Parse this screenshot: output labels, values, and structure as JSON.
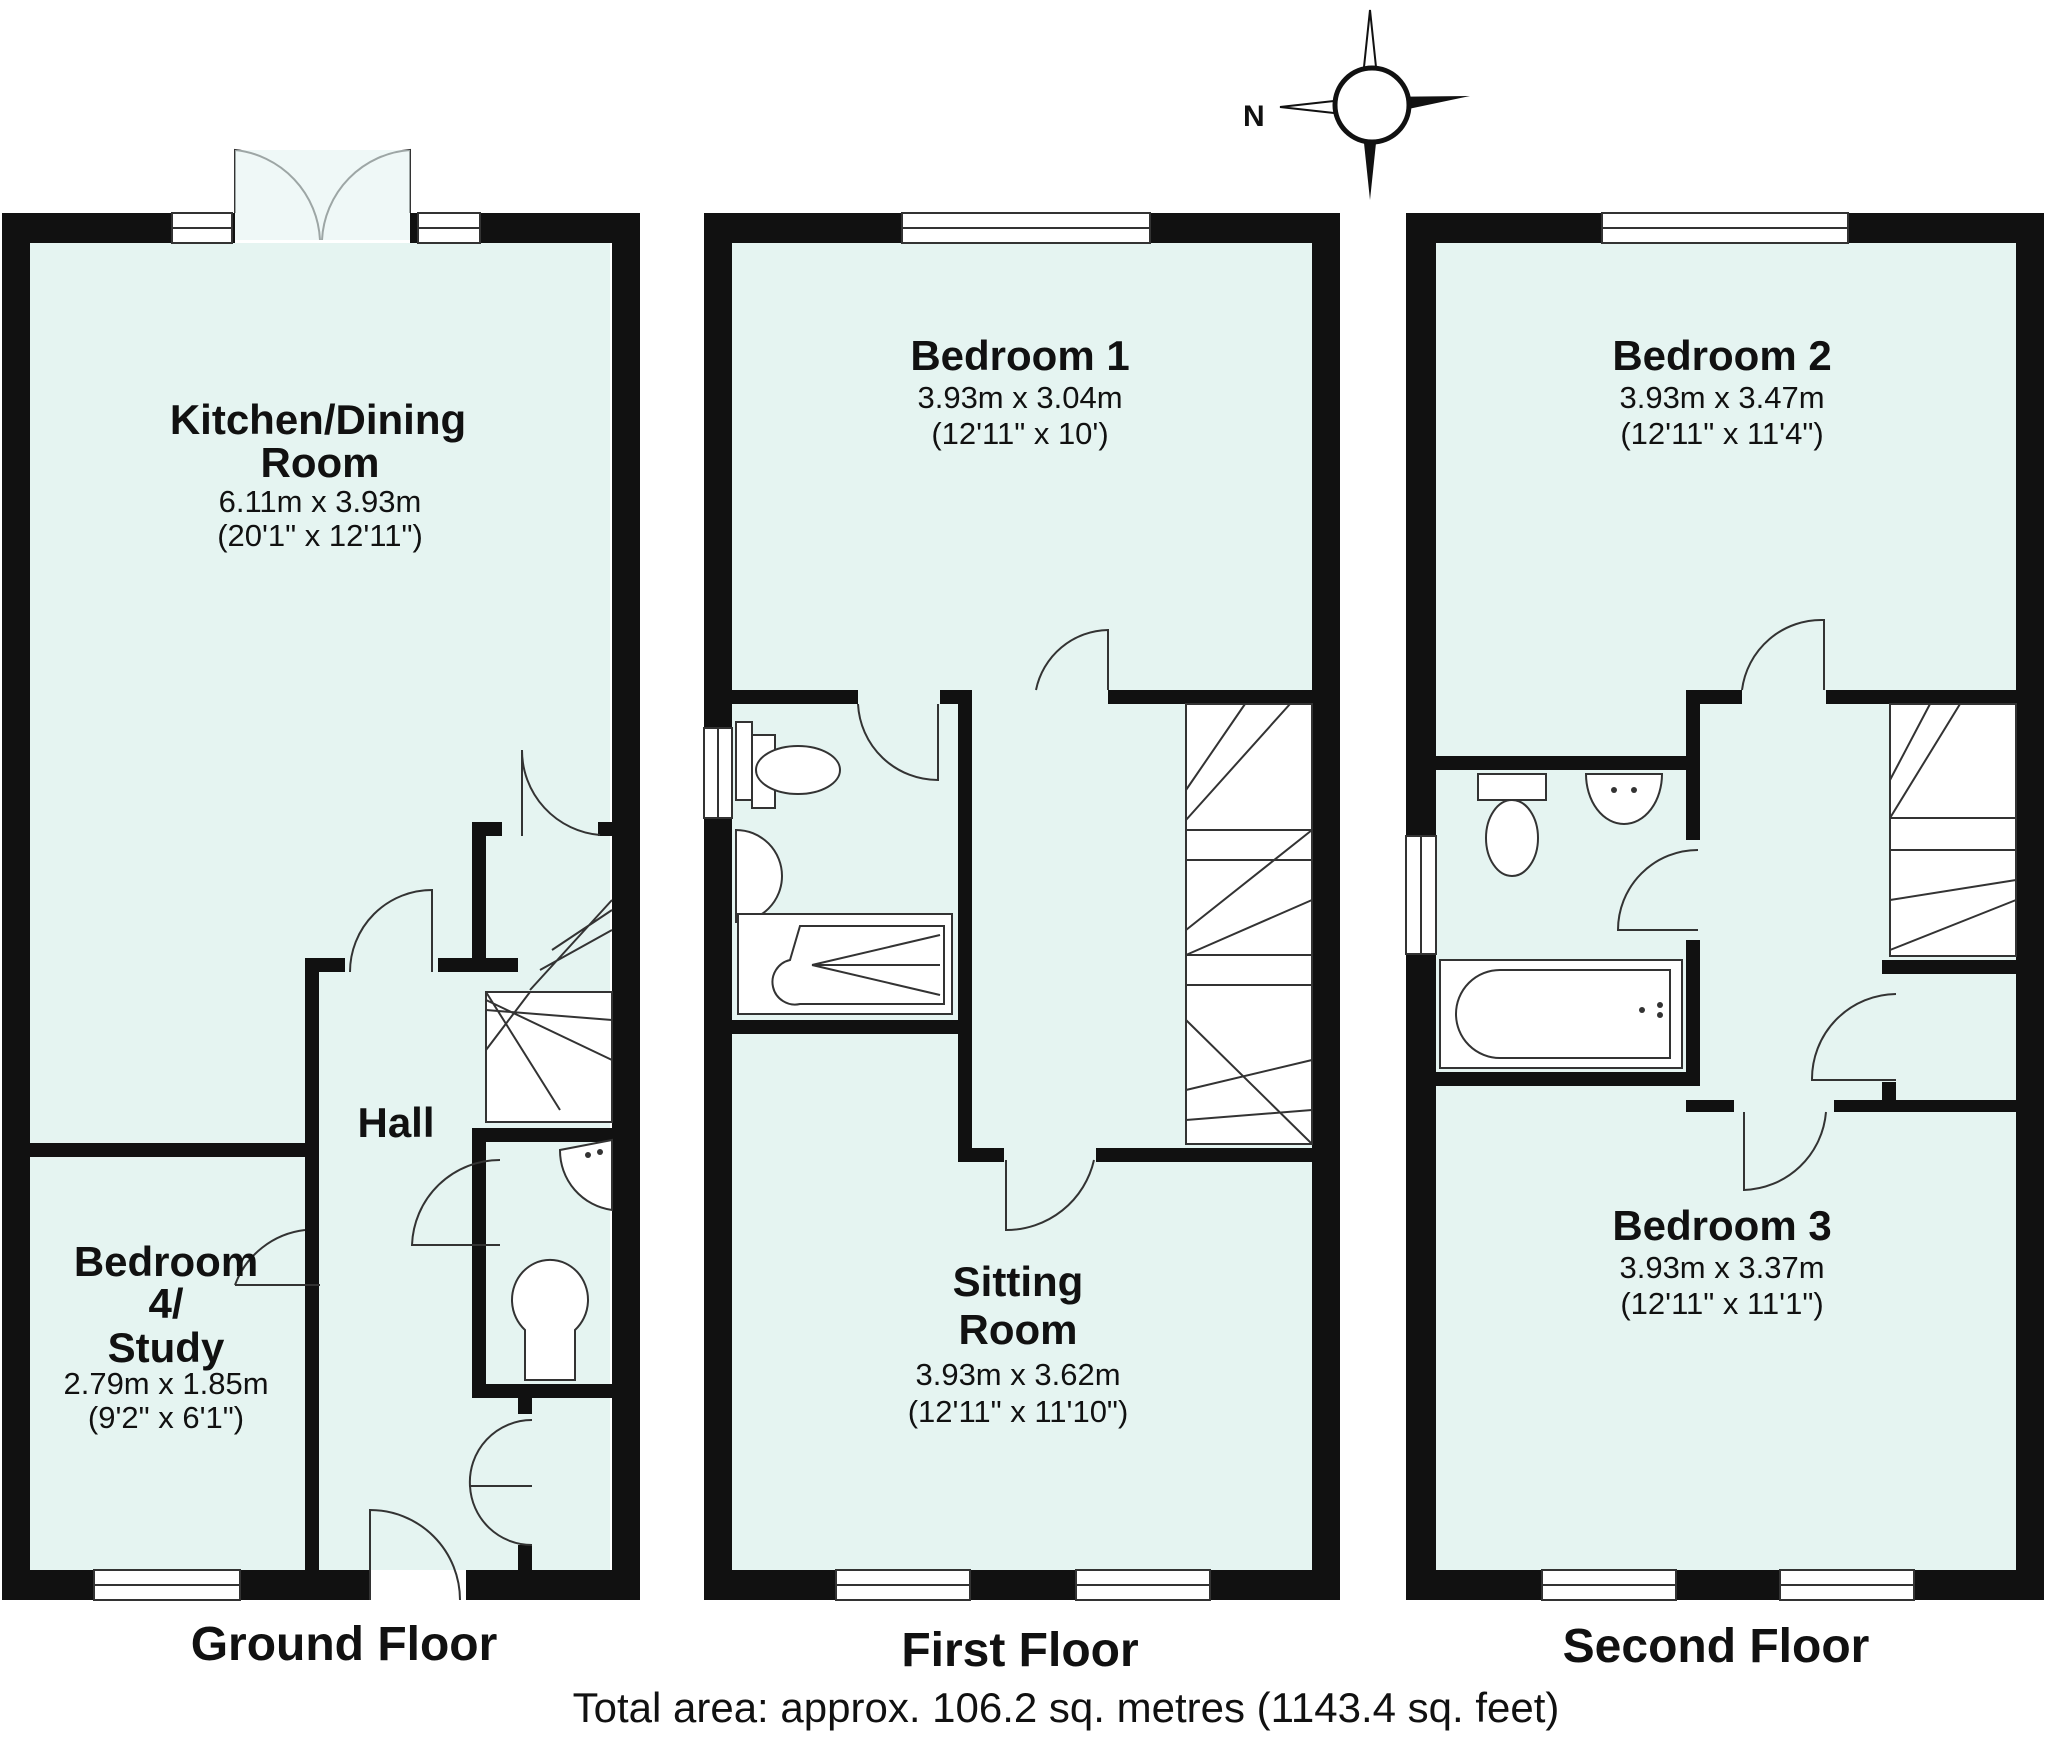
{
  "compass": {
    "label": "N"
  },
  "floors": {
    "ground": {
      "label": "Ground Floor"
    },
    "first": {
      "label": "First Floor"
    },
    "second": {
      "label": "Second Floor"
    }
  },
  "rooms": {
    "kitchen": {
      "name_line1": "Kitchen/Dining",
      "name_line2": "Room",
      "metric": "6.11m x 3.93m",
      "imperial": "(20'1\" x 12'11\")"
    },
    "hall": {
      "name": "Hall"
    },
    "bedroom4": {
      "name_line1": "Bedroom",
      "name_line2": "4/",
      "name_line3": "Study",
      "metric": "2.79m x 1.85m",
      "imperial": "(9'2\" x 6'1\")"
    },
    "bedroom1": {
      "name": "Bedroom 1",
      "metric": "3.93m x 3.04m",
      "imperial": "(12'11\" x 10')"
    },
    "sitting": {
      "name_line1": "Sitting",
      "name_line2": "Room",
      "metric": "3.93m x 3.62m",
      "imperial": "(12'11\" x 11'10\")"
    },
    "bedroom2": {
      "name": "Bedroom 2",
      "metric": "3.93m x 3.47m",
      "imperial": "(12'11\" x 11'4\")"
    },
    "bedroom3": {
      "name": "Bedroom 3",
      "metric": "3.93m x 3.37m",
      "imperial": "(12'11\" x 11'1\")"
    }
  },
  "total_area": "Total area: approx. 106.2 sq. metres (1143.4 sq. feet)",
  "colors": {
    "floor": "#e5f4f1",
    "wall": "#111111"
  }
}
